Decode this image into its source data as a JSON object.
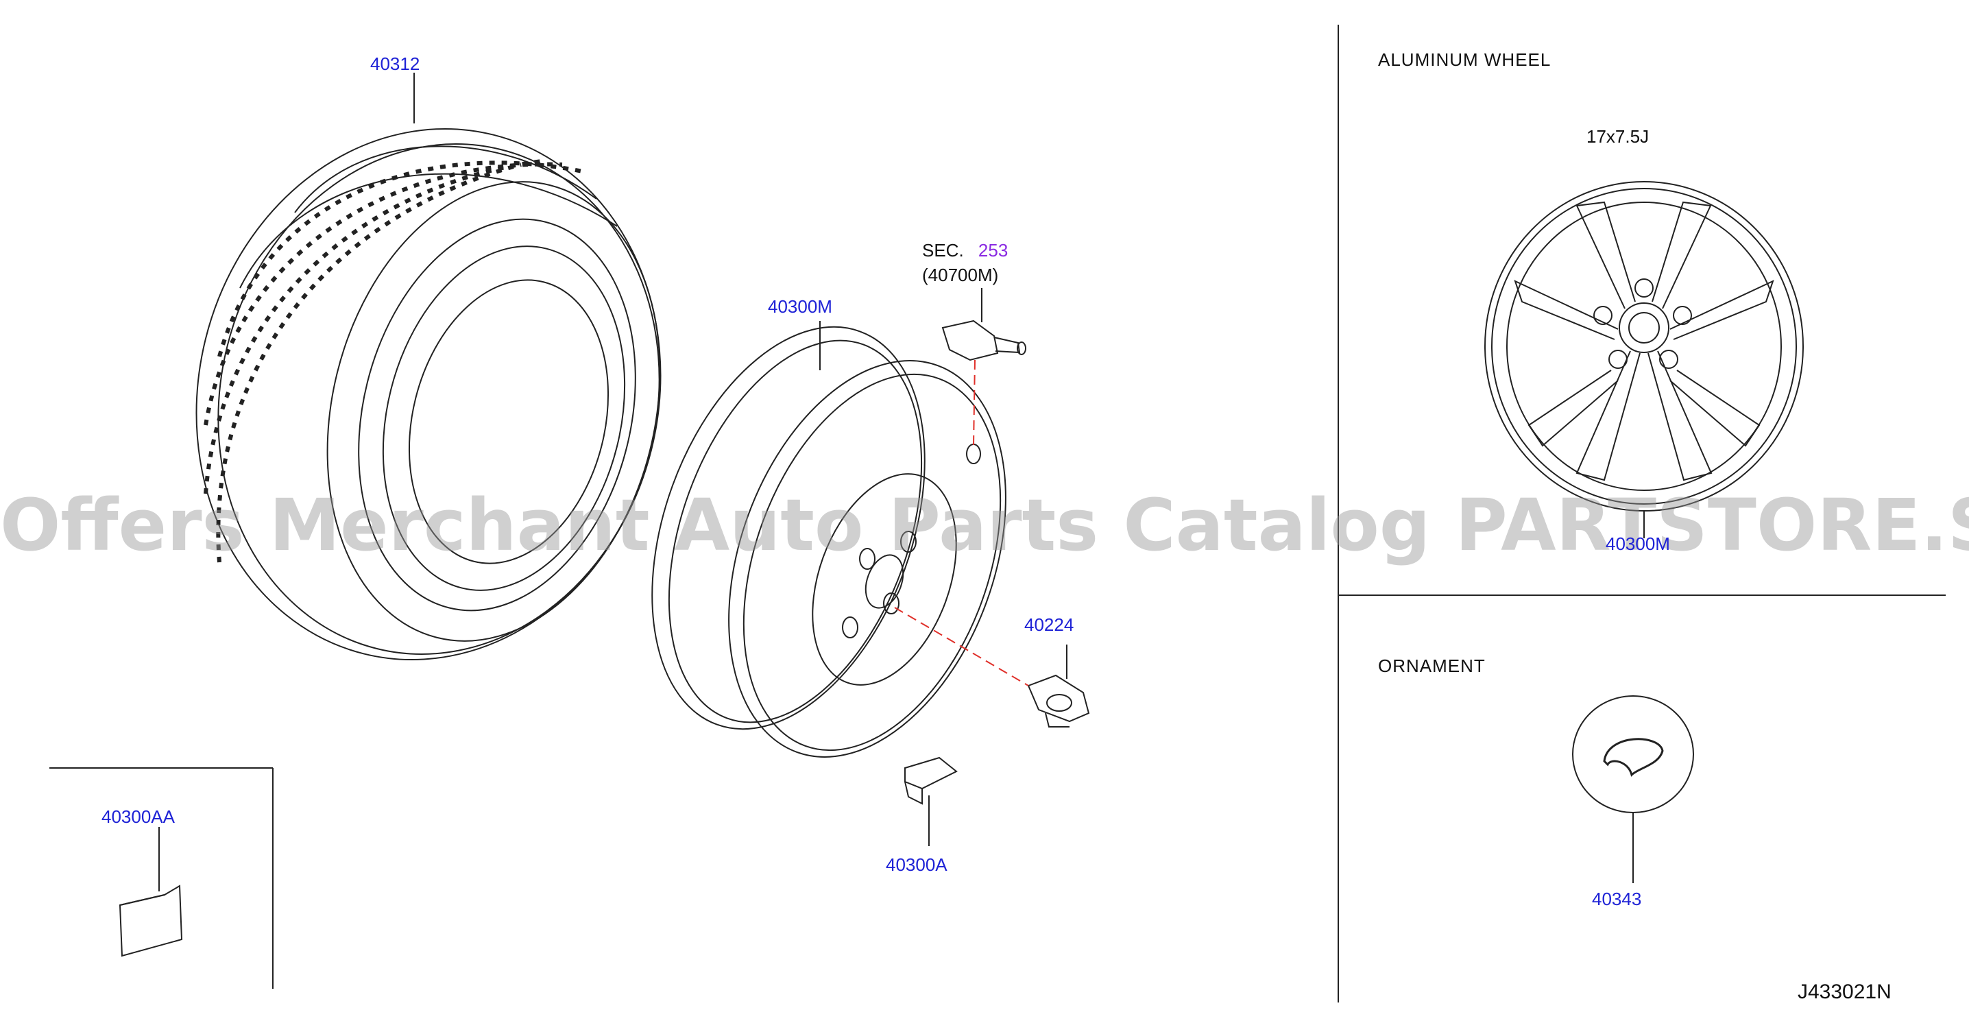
{
  "parts": {
    "tire": "40312",
    "wheel_steel": "40300M",
    "wheel_aluminum": "40300M",
    "valve_sensor_sec": "SEC.",
    "valve_sensor_sec_num": "253",
    "valve_sensor_part": "(40700M)",
    "nut": "40224",
    "weight": "40300A",
    "weight_box": "40300AA",
    "ornament": "40343"
  },
  "sections": {
    "aluminum_title": "ALUMINUM   WHEEL",
    "aluminum_size": "17x7.5J",
    "ornament_title": "ORNAMENT"
  },
  "diagram_code": "J433021N",
  "watermark": "Offers Merchant Auto Parts Catalog PARTSTORE.SA",
  "colors": {
    "part_link": "#1e22d6",
    "section_link": "#8a2be2",
    "leader_dash": "#e0302a",
    "line": "#222222"
  }
}
